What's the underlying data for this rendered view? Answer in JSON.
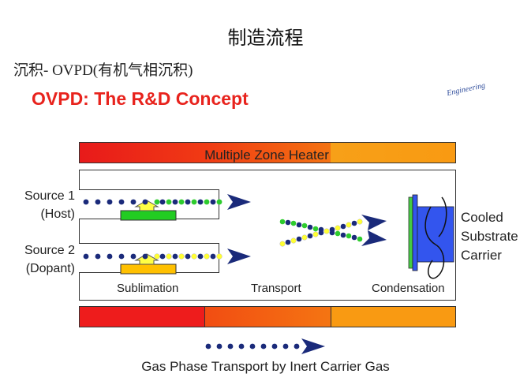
{
  "title": "制造流程",
  "subtitle": "沉积- OVPD(有机气相沉积)",
  "concept_title": "OVPD: The R&D Concept",
  "watermark": "Engineering",
  "heater_label": "Multiple Zone Heater",
  "sources": [
    {
      "line1": "Source 1",
      "line2": "(Host)"
    },
    {
      "line1": "Source 2",
      "line2": "(Dopant)"
    }
  ],
  "stages": {
    "sublimation": "Sublimation",
    "transport": "Transport",
    "condensation": "Condensation"
  },
  "carrier": {
    "line1": "Cooled",
    "line2": "Substrate",
    "line3": "Carrier"
  },
  "legend": "Gas Phase Transport by Inert Carrier Gas",
  "colors": {
    "heater_hot": "#ee1c1c",
    "heater_mid": "#f26a12",
    "heater_warm": "#f89a12",
    "host_green": "#2ecc2e",
    "dopant_yellow": "#ffff33",
    "carrier_navy": "#1a2a7a",
    "substrate_blue": "#3355ee",
    "source_yellow": "#ffc000"
  },
  "icons": [
    "arrow-right-icon",
    "up-arrow-icon",
    "coil-icon"
  ]
}
